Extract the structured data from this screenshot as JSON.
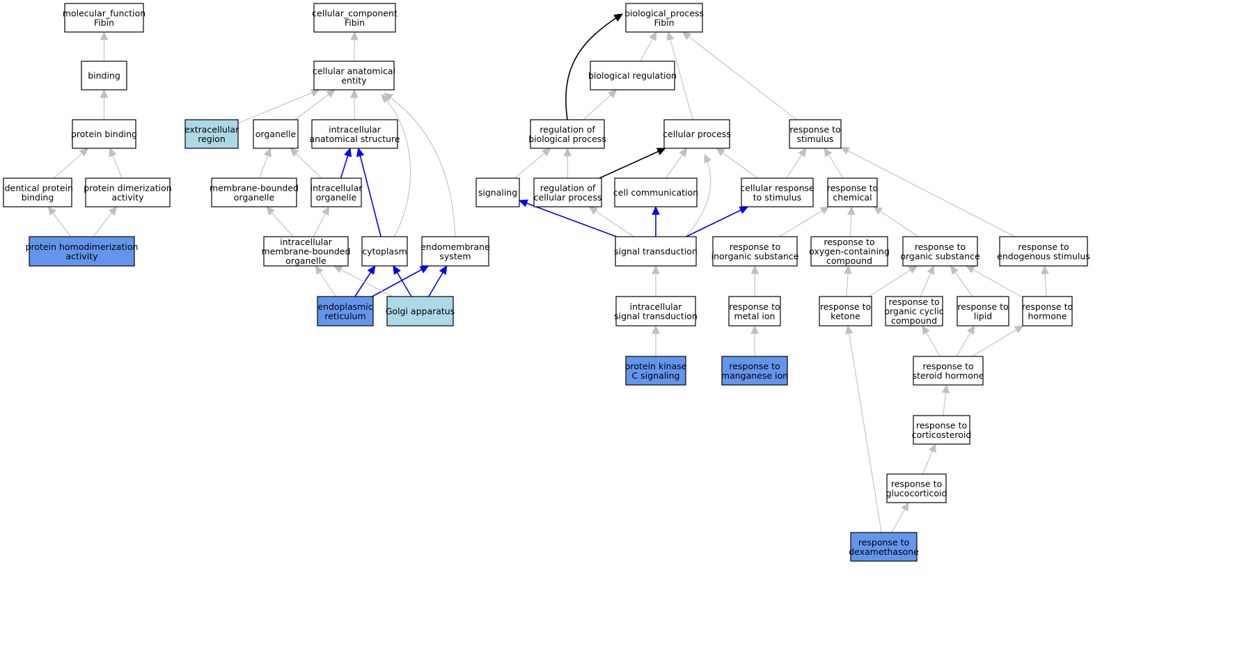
{
  "colors": {
    "default_fill": "#ffffff",
    "dark_blue_fill": "#6495ed",
    "light_blue_fill": "#add8e6",
    "is_a_edge": "#c0c0c0",
    "part_of_edge": "#0000ff",
    "regulates_edge": "#000000"
  },
  "nodes": [
    {
      "id": "mf_root",
      "lines": [
        "molecular_function",
        "Fibin"
      ],
      "fill": "white"
    },
    {
      "id": "binding",
      "lines": [
        "binding"
      ],
      "fill": "white"
    },
    {
      "id": "protein_binding",
      "lines": [
        "protein binding"
      ],
      "fill": "white"
    },
    {
      "id": "identical_protein_binding",
      "lines": [
        "identical protein",
        "binding"
      ],
      "fill": "white"
    },
    {
      "id": "protein_dimerization",
      "lines": [
        "protein dimerization",
        "activity"
      ],
      "fill": "white"
    },
    {
      "id": "protein_homodimerization",
      "lines": [
        "protein homodimerization",
        "activity"
      ],
      "fill": "dark"
    },
    {
      "id": "cc_root",
      "lines": [
        "cellular_component",
        "Fibin"
      ],
      "fill": "white"
    },
    {
      "id": "cellular_anatomical_entity",
      "lines": [
        "cellular anatomical",
        "entity"
      ],
      "fill": "white"
    },
    {
      "id": "extracellular_region",
      "lines": [
        "extracellular",
        "region"
      ],
      "fill": "light"
    },
    {
      "id": "organelle",
      "lines": [
        "organelle"
      ],
      "fill": "white"
    },
    {
      "id": "intracellular_anatomical_structure",
      "lines": [
        "intracellular",
        "anatomical structure"
      ],
      "fill": "white"
    },
    {
      "id": "membrane_bounded_organelle",
      "lines": [
        "membrane-bounded",
        "organelle"
      ],
      "fill": "white"
    },
    {
      "id": "intracellular_organelle",
      "lines": [
        "intracellular",
        "organelle"
      ],
      "fill": "white"
    },
    {
      "id": "intracellular_mbo",
      "lines": [
        "intracellular",
        "membrane-bounded",
        "organelle"
      ],
      "fill": "white"
    },
    {
      "id": "cytoplasm",
      "lines": [
        "cytoplasm"
      ],
      "fill": "white"
    },
    {
      "id": "endomembrane_system",
      "lines": [
        "endomembrane",
        "system"
      ],
      "fill": "white"
    },
    {
      "id": "endoplasmic_reticulum",
      "lines": [
        "endoplasmic",
        "reticulum"
      ],
      "fill": "dark"
    },
    {
      "id": "golgi_apparatus",
      "lines": [
        "Golgi apparatus"
      ],
      "fill": "light"
    },
    {
      "id": "bp_root",
      "lines": [
        "biological_process",
        "Fibin"
      ],
      "fill": "white"
    },
    {
      "id": "biological_regulation",
      "lines": [
        "biological regulation"
      ],
      "fill": "white"
    },
    {
      "id": "regulation_bp",
      "lines": [
        "regulation of",
        "biological process"
      ],
      "fill": "white"
    },
    {
      "id": "cellular_process",
      "lines": [
        "cellular process"
      ],
      "fill": "white"
    },
    {
      "id": "response_to_stimulus",
      "lines": [
        "response to",
        "stimulus"
      ],
      "fill": "white"
    },
    {
      "id": "signaling",
      "lines": [
        "signaling"
      ],
      "fill": "white"
    },
    {
      "id": "regulation_cp",
      "lines": [
        "regulation of",
        "cellular process"
      ],
      "fill": "white"
    },
    {
      "id": "cell_communication",
      "lines": [
        "cell communication"
      ],
      "fill": "white"
    },
    {
      "id": "cellular_response_to_stimulus",
      "lines": [
        "cellular response",
        "to stimulus"
      ],
      "fill": "white"
    },
    {
      "id": "response_to_chemical",
      "lines": [
        "response to",
        "chemical"
      ],
      "fill": "white"
    },
    {
      "id": "signal_transduction",
      "lines": [
        "signal transduction"
      ],
      "fill": "white"
    },
    {
      "id": "response_to_inorganic",
      "lines": [
        "response to",
        "inorganic substance"
      ],
      "fill": "white"
    },
    {
      "id": "response_to_oxygen",
      "lines": [
        "response to",
        "oxygen-containing",
        "compound"
      ],
      "fill": "white"
    },
    {
      "id": "response_to_organic",
      "lines": [
        "response to",
        "organic substance"
      ],
      "fill": "white"
    },
    {
      "id": "response_to_endogenous",
      "lines": [
        "response to",
        "endogenous stimulus"
      ],
      "fill": "white"
    },
    {
      "id": "intracellular_signal_transduction",
      "lines": [
        "intracellular",
        "signal transduction"
      ],
      "fill": "white"
    },
    {
      "id": "response_to_metal_ion",
      "lines": [
        "response to",
        "metal ion"
      ],
      "fill": "white"
    },
    {
      "id": "response_to_ketone",
      "lines": [
        "response to",
        "ketone"
      ],
      "fill": "white"
    },
    {
      "id": "response_to_organic_cyclic",
      "lines": [
        "response to",
        "organic cyclic",
        "compound"
      ],
      "fill": "white"
    },
    {
      "id": "response_to_lipid",
      "lines": [
        "response to",
        "lipid"
      ],
      "fill": "white"
    },
    {
      "id": "response_to_hormone",
      "lines": [
        "response to",
        "hormone"
      ],
      "fill": "white"
    },
    {
      "id": "pkc_signaling",
      "lines": [
        "protein kinase",
        "C signaling"
      ],
      "fill": "dark"
    },
    {
      "id": "response_to_manganese",
      "lines": [
        "response to",
        "manganese ion"
      ],
      "fill": "dark"
    },
    {
      "id": "response_to_steroid_hormone",
      "lines": [
        "response to",
        "steroid hormone"
      ],
      "fill": "white"
    },
    {
      "id": "response_to_corticosteroid",
      "lines": [
        "response to",
        "corticosteroid"
      ],
      "fill": "white"
    },
    {
      "id": "response_to_glucocorticoid",
      "lines": [
        "response to",
        "glucocorticoid"
      ],
      "fill": "white"
    },
    {
      "id": "response_to_dexamethasone",
      "lines": [
        "response to",
        "dexamethasone"
      ],
      "fill": "dark"
    }
  ],
  "edges": [
    {
      "from": "binding",
      "to": "mf_root",
      "type": "is_a"
    },
    {
      "from": "protein_binding",
      "to": "binding",
      "type": "is_a"
    },
    {
      "from": "identical_protein_binding",
      "to": "protein_binding",
      "type": "is_a"
    },
    {
      "from": "protein_dimerization",
      "to": "protein_binding",
      "type": "is_a"
    },
    {
      "from": "protein_homodimerization",
      "to": "identical_protein_binding",
      "type": "is_a"
    },
    {
      "from": "protein_homodimerization",
      "to": "protein_dimerization",
      "type": "is_a"
    },
    {
      "from": "cellular_anatomical_entity",
      "to": "cc_root",
      "type": "is_a"
    },
    {
      "from": "extracellular_region",
      "to": "cellular_anatomical_entity",
      "type": "is_a"
    },
    {
      "from": "organelle",
      "to": "cellular_anatomical_entity",
      "type": "is_a"
    },
    {
      "from": "intracellular_anatomical_structure",
      "to": "cellular_anatomical_entity",
      "type": "is_a"
    },
    {
      "from": "membrane_bounded_organelle",
      "to": "organelle",
      "type": "is_a"
    },
    {
      "from": "intracellular_organelle",
      "to": "organelle",
      "type": "is_a"
    },
    {
      "from": "intracellular_organelle",
      "to": "intracellular_anatomical_structure",
      "type": "part_of"
    },
    {
      "from": "intracellular_mbo",
      "to": "membrane_bounded_organelle",
      "type": "is_a"
    },
    {
      "from": "intracellular_mbo",
      "to": "intracellular_organelle",
      "type": "is_a"
    },
    {
      "from": "cytoplasm",
      "to": "intracellular_anatomical_structure",
      "type": "part_of"
    },
    {
      "from": "cytoplasm",
      "to": "cellular_anatomical_entity",
      "type": "is_a"
    },
    {
      "from": "endomembrane_system",
      "to": "cellular_anatomical_entity",
      "type": "is_a"
    },
    {
      "from": "endoplasmic_reticulum",
      "to": "intracellular_mbo",
      "type": "is_a"
    },
    {
      "from": "endoplasmic_reticulum",
      "to": "cytoplasm",
      "type": "part_of"
    },
    {
      "from": "endoplasmic_reticulum",
      "to": "endomembrane_system",
      "type": "part_of"
    },
    {
      "from": "golgi_apparatus",
      "to": "intracellular_mbo",
      "type": "is_a"
    },
    {
      "from": "golgi_apparatus",
      "to": "cytoplasm",
      "type": "part_of"
    },
    {
      "from": "golgi_apparatus",
      "to": "endomembrane_system",
      "type": "part_of"
    },
    {
      "from": "biological_regulation",
      "to": "bp_root",
      "type": "is_a"
    },
    {
      "from": "regulation_bp",
      "to": "bp_root",
      "type": "regulates"
    },
    {
      "from": "regulation_bp",
      "to": "biological_regulation",
      "type": "is_a"
    },
    {
      "from": "cellular_process",
      "to": "bp_root",
      "type": "is_a"
    },
    {
      "from": "response_to_stimulus",
      "to": "bp_root",
      "type": "is_a"
    },
    {
      "from": "signaling",
      "to": "regulation_bp",
      "type": "is_a"
    },
    {
      "from": "regulation_cp",
      "to": "regulation_bp",
      "type": "is_a"
    },
    {
      "from": "regulation_cp",
      "to": "cellular_process",
      "type": "regulates"
    },
    {
      "from": "cell_communication",
      "to": "cellular_process",
      "type": "is_a"
    },
    {
      "from": "cellular_response_to_stimulus",
      "to": "cellular_process",
      "type": "is_a"
    },
    {
      "from": "cellular_response_to_stimulus",
      "to": "response_to_stimulus",
      "type": "is_a"
    },
    {
      "from": "response_to_chemical",
      "to": "response_to_stimulus",
      "type": "is_a"
    },
    {
      "from": "signal_transduction",
      "to": "signaling",
      "type": "part_of"
    },
    {
      "from": "signal_transduction",
      "to": "regulation_cp",
      "type": "is_a"
    },
    {
      "from": "signal_transduction",
      "to": "cell_communication",
      "type": "part_of"
    },
    {
      "from": "signal_transduction",
      "to": "cellular_response_to_stimulus",
      "type": "part_of"
    },
    {
      "from": "signal_transduction",
      "to": "cellular_process",
      "type": "is_a"
    },
    {
      "from": "response_to_inorganic",
      "to": "response_to_chemical",
      "type": "is_a"
    },
    {
      "from": "response_to_oxygen",
      "to": "response_to_chemical",
      "type": "is_a"
    },
    {
      "from": "response_to_organic",
      "to": "response_to_chemical",
      "type": "is_a"
    },
    {
      "from": "response_to_endogenous",
      "to": "response_to_stimulus",
      "type": "is_a"
    },
    {
      "from": "intracellular_signal_transduction",
      "to": "signal_transduction",
      "type": "is_a"
    },
    {
      "from": "response_to_metal_ion",
      "to": "response_to_inorganic",
      "type": "is_a"
    },
    {
      "from": "response_to_ketone",
      "to": "response_to_oxygen",
      "type": "is_a"
    },
    {
      "from": "response_to_ketone",
      "to": "response_to_organic",
      "type": "is_a"
    },
    {
      "from": "response_to_organic_cyclic",
      "to": "response_to_organic",
      "type": "is_a"
    },
    {
      "from": "response_to_lipid",
      "to": "response_to_organic",
      "type": "is_a"
    },
    {
      "from": "response_to_hormone",
      "to": "response_to_organic",
      "type": "is_a"
    },
    {
      "from": "response_to_hormone",
      "to": "response_to_endogenous",
      "type": "is_a"
    },
    {
      "from": "pkc_signaling",
      "to": "intracellular_signal_transduction",
      "type": "is_a"
    },
    {
      "from": "response_to_manganese",
      "to": "response_to_metal_ion",
      "type": "is_a"
    },
    {
      "from": "response_to_steroid_hormone",
      "to": "response_to_organic_cyclic",
      "type": "is_a"
    },
    {
      "from": "response_to_steroid_hormone",
      "to": "response_to_lipid",
      "type": "is_a"
    },
    {
      "from": "response_to_steroid_hormone",
      "to": "response_to_hormone",
      "type": "is_a"
    },
    {
      "from": "response_to_corticosteroid",
      "to": "response_to_steroid_hormone",
      "type": "is_a"
    },
    {
      "from": "response_to_glucocorticoid",
      "to": "response_to_corticosteroid",
      "type": "is_a"
    },
    {
      "from": "response_to_dexamethasone",
      "to": "response_to_glucocorticoid",
      "type": "is_a"
    },
    {
      "from": "response_to_dexamethasone",
      "to": "response_to_ketone",
      "type": "is_a"
    }
  ]
}
